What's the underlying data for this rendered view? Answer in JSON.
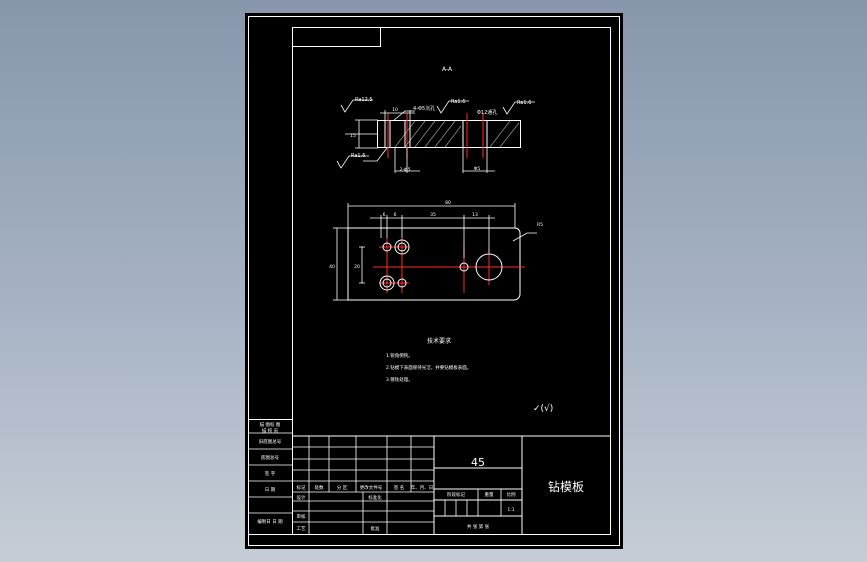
{
  "colors": {
    "background": "#000000",
    "line": "#ffffff",
    "centerline": "#ff2a2a",
    "viewport": "#97a3b6"
  },
  "drawing": {
    "section_label": "A-A",
    "side_view": {
      "roughness_left_top": "Ra12.5",
      "roughness_left_bottom": "Ra1.6",
      "roughness_mid": "Ra1.6",
      "roughness_right": "Ra1.6",
      "hole_note_left": "4-Φ5沉孔",
      "hole_note_right": "Φ12通孔",
      "dim_left_top": "10",
      "dim_thickness": "15",
      "dim_bottom_left": "2-Φ5",
      "dim_bottom_right": "Φ5"
    },
    "top_view": {
      "overall_length": "80",
      "dim_a": "6",
      "dim_b": "6",
      "dim_c": "35",
      "dim_d": "13",
      "height": "40",
      "inner_height": "20",
      "radius": "R5"
    },
    "notes_title": "技术要求",
    "notes": [
      "1.锐角倒钝。",
      "2.钻模下表面保持光洁，并要钻模板表面。",
      "3.镀钛处理。"
    ],
    "general_roughness": "✓(√)"
  },
  "left_strip": [
    "描 图标 图",
    "描 校 员",
    "旧底图总号",
    "底图总号",
    "签 字",
    "日 期",
    "编制日 日 期"
  ],
  "title_block": {
    "material": "45",
    "part_name": "钻模板",
    "rev_headers": [
      "标记",
      "处数",
      "分 区",
      "更改文件号",
      "签 名",
      "年、月、日"
    ],
    "role_design": "设计",
    "role_standard": "标准化",
    "role_review": "审核",
    "role_process": "工艺",
    "role_approve": "批准",
    "stage_label": "阶段标记",
    "weight_label": "重量",
    "scale_label": "比例",
    "scale_value": "1:1",
    "sheets_label": "共  张  第  张"
  }
}
